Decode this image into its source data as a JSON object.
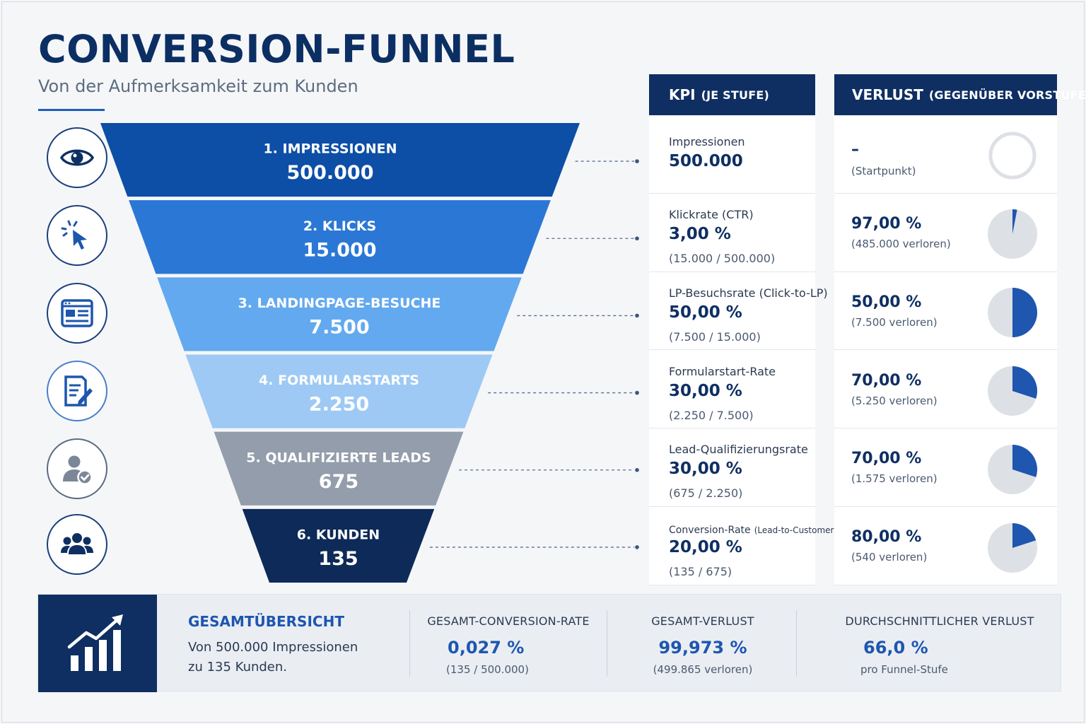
{
  "header": {
    "title": "CONVERSION-FUNNEL",
    "subtitle": "Von der Aufmerksamkeit zum Kunden"
  },
  "columns": {
    "kpi_title": "KPI",
    "kpi_sub": "(JE STUFE)",
    "loss_title": "VERLUST",
    "loss_sub": "(GEGENÜBER VORSTUFE)"
  },
  "chart_data": {
    "type": "funnel",
    "title": "CONVERSION-FUNNEL",
    "stages": [
      {
        "label": "1. IMPRESSIONEN",
        "value_text": "500.000",
        "value": 500000,
        "color": "#0d4ea6",
        "text_color": "#ffffff",
        "icon": "eye-icon"
      },
      {
        "label": "2. KLICKS",
        "value_text": "15.000",
        "value": 15000,
        "color": "#2b77d5",
        "text_color": "#ffffff",
        "icon": "cursor-click-icon"
      },
      {
        "label": "3. LANDINGPAGE-BESUCHE",
        "value_text": "7.500",
        "value": 7500,
        "color": "#62a9ef",
        "text_color": "#ffffff",
        "icon": "webpage-icon"
      },
      {
        "label": "4. FORMULARSTARTS",
        "value_text": "2.250",
        "value": 2250,
        "color": "#9dc9f4",
        "text_color": "#ffffff",
        "icon": "form-edit-icon"
      },
      {
        "label": "5. QUALIFIZIERTE LEADS",
        "value_text": "675",
        "value": 675,
        "color": "#939dab",
        "text_color": "#ffffff",
        "icon": "user-check-icon"
      },
      {
        "label": "6. KUNDEN",
        "value_text": "135",
        "value": 135,
        "color": "#0e2a58",
        "text_color": "#ffffff",
        "icon": "customers-group-icon"
      }
    ]
  },
  "kpis": [
    {
      "label": "Impressionen",
      "label_small": "",
      "value": "500.000",
      "detail": ""
    },
    {
      "label": "Klickrate (CTR)",
      "label_small": "",
      "value": "3,00 %",
      "detail": "(15.000 / 500.000)"
    },
    {
      "label": "LP-Besuchsrate (Click-to-LP)",
      "label_small": "",
      "value": "50,00 %",
      "detail": "(7.500 / 15.000)"
    },
    {
      "label": "Formularstart-Rate",
      "label_small": "",
      "value": "30,00 %",
      "detail": "(2.250 / 7.500)"
    },
    {
      "label": "Lead-Qualifizierungsrate",
      "label_small": "",
      "value": "30,00 %",
      "detail": "(675 / 2.250)"
    },
    {
      "label": "Conversion-Rate",
      "label_small": "(Lead-to-Customer)",
      "value": "20,00 %",
      "detail": "(135 / 675)"
    }
  ],
  "losses": [
    {
      "value": "–",
      "detail": "(Startpunkt)",
      "retained_fraction": null
    },
    {
      "value": "97,00 %",
      "detail": "(485.000 verloren)",
      "retained_fraction": 0.03
    },
    {
      "value": "50,00 %",
      "detail": "(7.500 verloren)",
      "retained_fraction": 0.5
    },
    {
      "value": "70,00 %",
      "detail": "(5.250 verloren)",
      "retained_fraction": 0.3
    },
    {
      "value": "70,00 %",
      "detail": "(1.575 verloren)",
      "retained_fraction": 0.3
    },
    {
      "value": "80,00 %",
      "detail": "(540 verloren)",
      "retained_fraction": 0.2
    }
  ],
  "colors": {
    "accent": "#1e5fbf",
    "navy": "#0f2f63",
    "pie_fill": "#1e56b0",
    "pie_bg": "#dde1e6"
  },
  "summary": {
    "title": "GESAMTÜBERSICHT",
    "line1": "Von 500.000 Impressionen",
    "line2": "zu 135 Kunden.",
    "metrics": [
      {
        "label": "GESAMT-CONVERSION-RATE",
        "value": "0,027 %",
        "detail": "(135 / 500.000)"
      },
      {
        "label": "GESAMT-VERLUST",
        "value": "99,973 %",
        "detail": "(499.865 verloren)"
      },
      {
        "label": "DURCHSCHNITTLICHER VERLUST",
        "value": "66,0 %",
        "detail": "pro Funnel-Stufe"
      }
    ]
  }
}
